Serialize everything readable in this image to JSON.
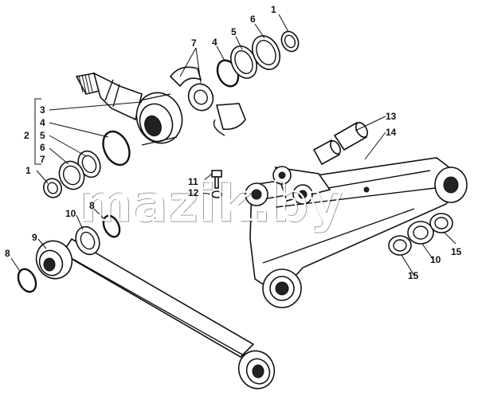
{
  "watermark": "mazik.by",
  "callouts": {
    "c1_top": "1",
    "c6_top": "6",
    "c5_top": "5",
    "c4_top": "4",
    "c7_top": "7",
    "c3_br": "3",
    "c4_br": "4",
    "c2_br": "2",
    "c5_br": "5",
    "c6_br": "6",
    "c7_br": "7",
    "c1_left": "1",
    "c13": "13",
    "c14": "14",
    "c11": "11",
    "c12": "12",
    "c10_left": "10",
    "c8_left_mid": "8",
    "c9": "9",
    "c8_far_left": "8",
    "c15_top": "15",
    "c10_right": "10",
    "c15_bottom": "15"
  }
}
